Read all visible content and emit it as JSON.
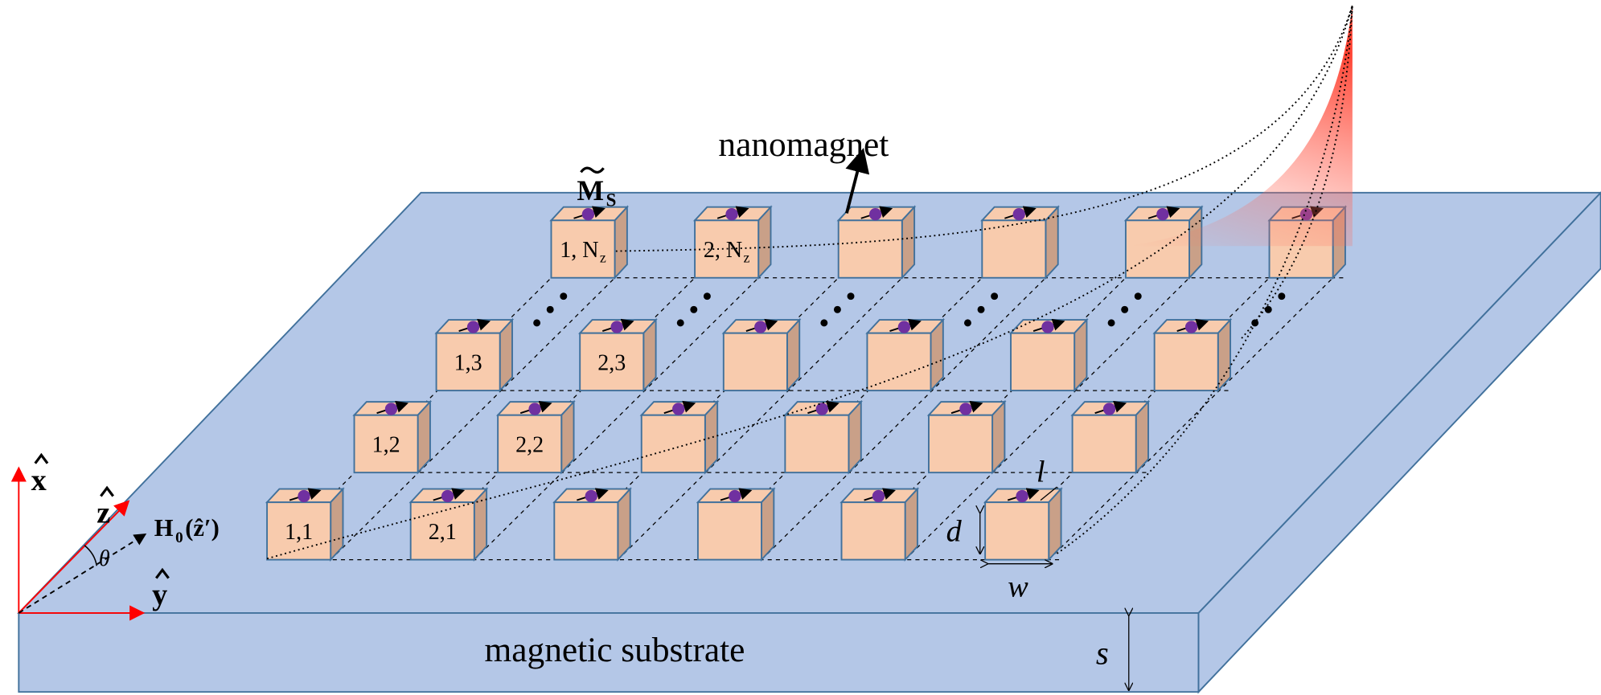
{
  "labels": {
    "nanomagnet": "nanomagnet",
    "substrate": "magnetic substrate",
    "ms_main": "M",
    "ms_sub": "S",
    "axis_x": "x",
    "axis_y": "y",
    "axis_z": "z",
    "field": "H",
    "field_sub": "0",
    "field_arg": "(ẑ′)",
    "theta": "θ",
    "dim_d": "d",
    "dim_w": "w",
    "dim_l": "l",
    "dim_s": "s"
  },
  "cell_labels": {
    "r1c1": "1,1",
    "r1c2": "2,1",
    "r2c1": "1,2",
    "r2c2": "2,2",
    "r3c1": "1,3",
    "r3c2": "2,3",
    "r4c1": "1, N",
    "r4c2": "2, N",
    "nz_sub": "z"
  },
  "colors": {
    "substrate_top": "#b4c7e7",
    "substrate_edge": "#41719c",
    "cube_front": "#f8cbad",
    "cube_side": "#c9a088",
    "spin": "#7030a0",
    "axis": "#ff0000",
    "wave": "#ff4b3a"
  }
}
